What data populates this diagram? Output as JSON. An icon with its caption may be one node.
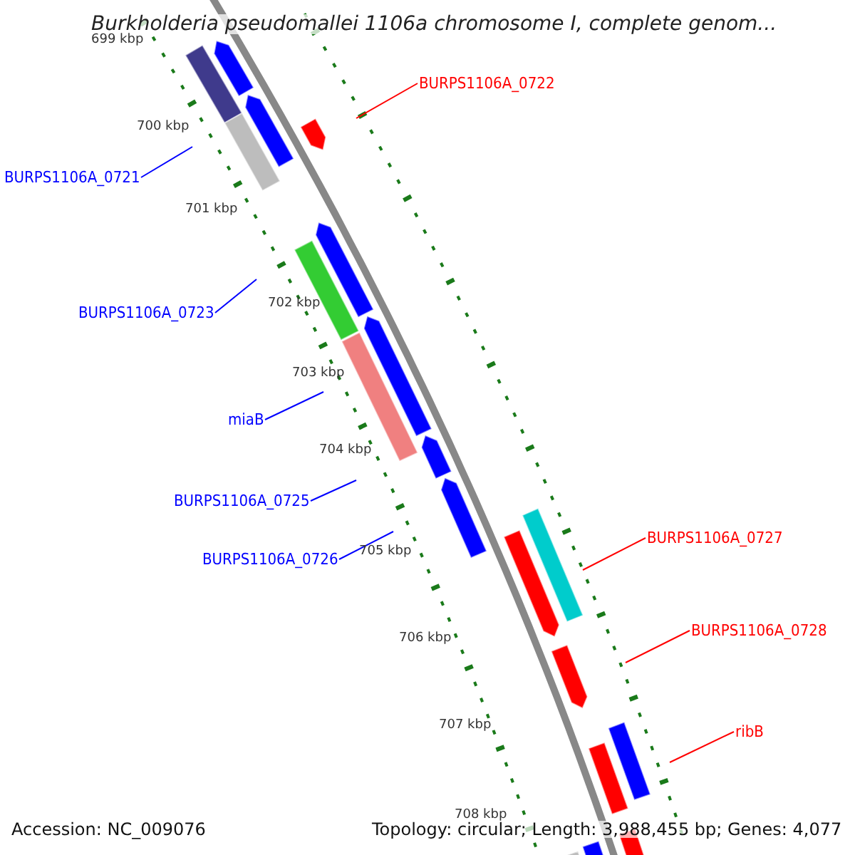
{
  "diagram": {
    "title": "Burkholderia pseudomallei 1106a chromosome I, complete genom...",
    "nodes": [
      {
        "text": [
          "BURPS1106A_0722"
        ]
      },
      {
        "text": [
          "BURPS1106A_0721"
        ]
      },
      {
        "text": [
          "BURPS1106A_0723"
        ]
      },
      {
        "text": [
          "miaB"
        ]
      },
      {
        "text": [
          "BURPS1106A_0725"
        ]
      },
      {
        "text": [
          "BURPS1106A_0726"
        ]
      },
      {
        "text": [
          "BURPS1106A_0727"
        ]
      },
      {
        "text": [
          "BURPS1106A_0728"
        ]
      },
      {
        "text": [
          "ribB"
        ]
      }
    ],
    "edges": [
      {
        "from": 0,
        "to": null,
        "arrow": "none",
        "color": "#ff0000"
      },
      {
        "from": 1,
        "to": null,
        "arrow": "none"
      },
      {
        "from": 2,
        "to": null,
        "arrow": "none"
      },
      {
        "from": 3,
        "to": null,
        "arrow": "none"
      },
      {
        "from": 4,
        "to": null,
        "arrow": "none"
      },
      {
        "from": 5,
        "to": null,
        "arrow": "none"
      },
      {
        "from": 6,
        "to": null,
        "arrow": "none",
        "color": "#ff0000"
      },
      {
        "from": 7,
        "to": null,
        "arrow": "none",
        "color": "#ff0000"
      },
      {
        "from": 8,
        "to": null,
        "arrow": "none",
        "color": "#ff0000"
      }
    ],
    "labels": [
      "699 kbp",
      "700 kbp",
      "701 kbp",
      "702 kbp",
      "703 kbp",
      "704 kbp",
      "705 kbp",
      "706 kbp",
      "707 kbp",
      "708 kbp",
      "Accession: NC_009076",
      "Topology: circular; Length: 3,988,455 bp; Genes: 4,077"
    ]
  }
}
